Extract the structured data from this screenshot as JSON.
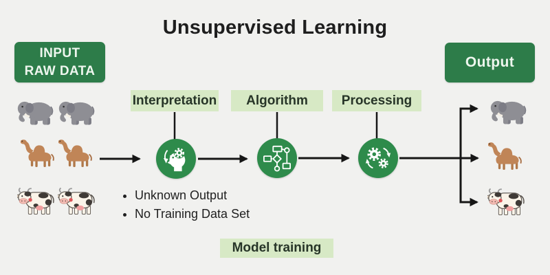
{
  "meta": {
    "title": "Unsupervised Learning"
  },
  "colors": {
    "background": "#f1f1ef",
    "dark_green": "#2d7c49",
    "circle_green": "#2e8b4b",
    "light_green": "#d7e9c5",
    "arrow_black": "#161616"
  },
  "input_box": {
    "line1": "INPUT",
    "line2": "RAW DATA"
  },
  "output_box": {
    "label": "Output"
  },
  "stages": [
    {
      "label": "Interpretation",
      "icon": "head-gears-icon"
    },
    {
      "label": "Algorithm",
      "icon": "flowchart-icon"
    },
    {
      "label": "Processing",
      "icon": "gears-icon"
    }
  ],
  "notes": {
    "items": [
      "Unknown Output",
      "No Training Data Set"
    ]
  },
  "model_training_label": "Model training",
  "input_animals": [
    {
      "type": "elephant",
      "count": 2
    },
    {
      "type": "camel",
      "count": 2
    },
    {
      "type": "cow",
      "count": 2
    }
  ],
  "output_animals": [
    "elephant",
    "camel",
    "cow"
  ]
}
